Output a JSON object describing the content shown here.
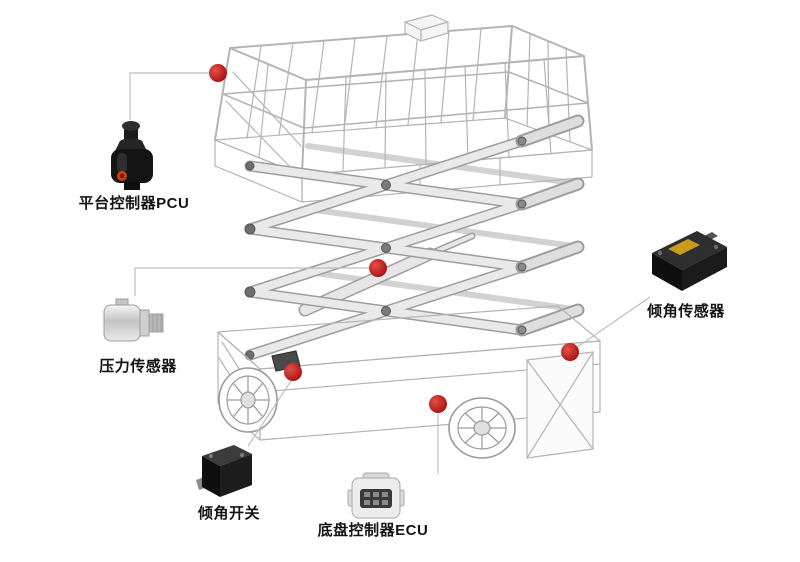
{
  "diagram": {
    "components": [
      {
        "id": "pcu",
        "label": "平台控制器PCU",
        "image": "joystick-controller"
      },
      {
        "id": "pressure-sensor",
        "label": "压力传感器",
        "image": "pressure-transducer"
      },
      {
        "id": "tilt-switch",
        "label": "倾角开关",
        "image": "tilt-switch-box"
      },
      {
        "id": "ecu",
        "label": "底盘控制器ECU",
        "image": "ecu-module"
      },
      {
        "id": "tilt-sensor",
        "label": "倾角传感器",
        "image": "tilt-sensor-box"
      }
    ],
    "colors": {
      "marker_red": "#b81414",
      "leader_line": "#bdbdbd",
      "wireframe_gray": "#b4b4b4",
      "background": "#ffffff"
    }
  }
}
